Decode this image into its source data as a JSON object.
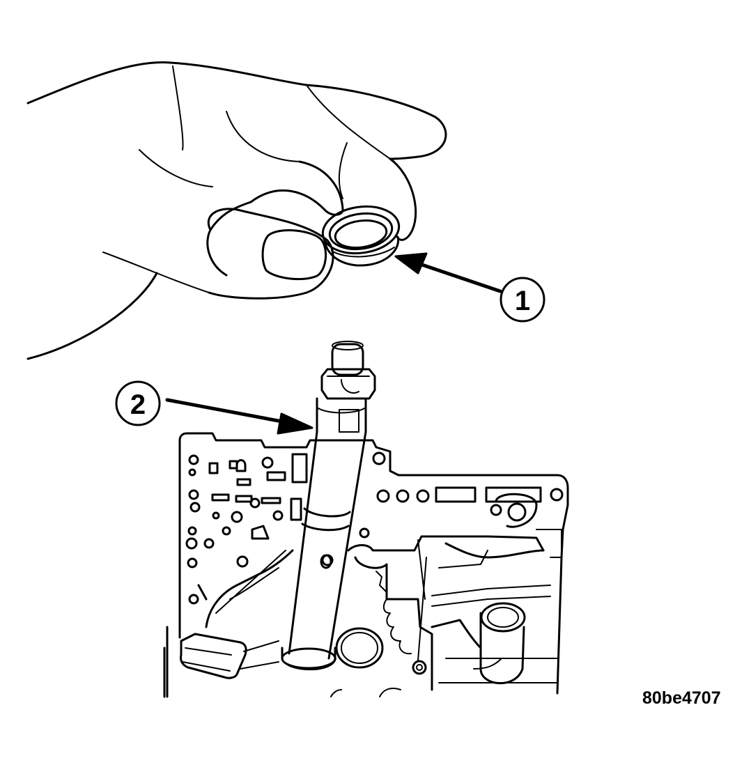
{
  "callouts": [
    {
      "number": "1"
    },
    {
      "number": "2"
    }
  ],
  "figure_id": "80be4707",
  "colors": {
    "line": "#000000",
    "background": "#ffffff"
  }
}
